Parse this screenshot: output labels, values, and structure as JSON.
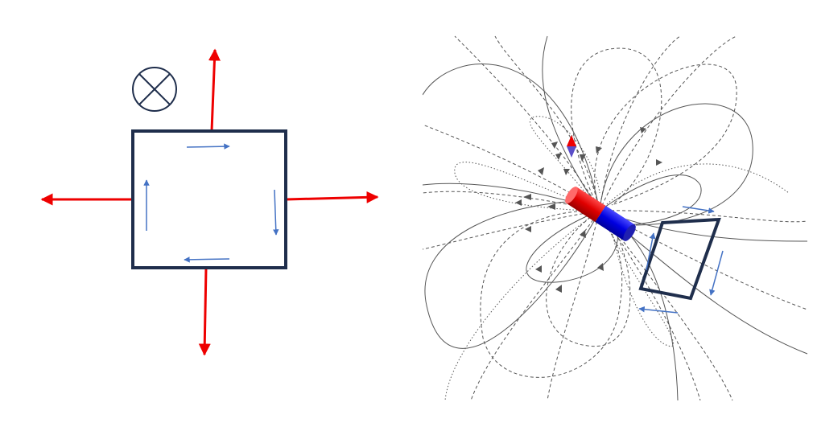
{
  "colors": {
    "background": "#ffffff",
    "loop_outline": "#1f2e4c",
    "force_arrow": "#ee0000",
    "current_arrow": "#4472c4",
    "field_line": "#555555",
    "magnet_north": "#ee0000",
    "magnet_south": "#0000ee",
    "compass_north": "#ee0000",
    "compass_south": "#5a4ec8"
  },
  "left_panel": {
    "field_symbol_icon": "field-into-page-icon",
    "current_direction": "clockwise",
    "force_direction": "outward"
  },
  "right_panel": {
    "magnet_icon": "bar-magnet-icon",
    "compass_icon": "compass-needle-icon",
    "loop_current_direction": "clockwise"
  }
}
